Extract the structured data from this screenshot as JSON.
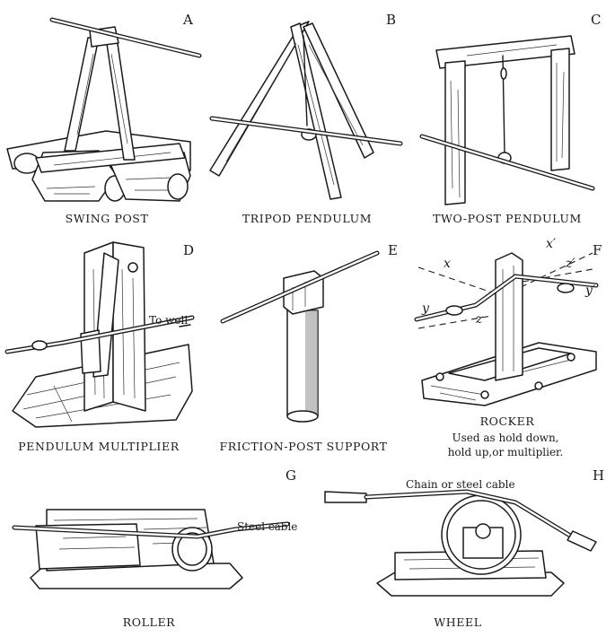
{
  "panels": [
    {
      "letter": "A",
      "caption": "SWING POST"
    },
    {
      "letter": "B",
      "caption": "TRIPOD PENDULUM"
    },
    {
      "letter": "C",
      "caption": "TWO-POST PENDULUM"
    },
    {
      "letter": "D",
      "caption": "PENDULUM MULTIPLIER"
    },
    {
      "letter": "E",
      "caption": "FRICTION-POST SUPPORT"
    },
    {
      "letter": "F",
      "caption": "ROCKER",
      "caption_lines": [
        "Used as hold down,",
        "hold up,or multiplier."
      ]
    },
    {
      "letter": "G",
      "caption": "ROLLER"
    },
    {
      "letter": "H",
      "caption": "WHEEL"
    }
  ],
  "annotations": {
    "to_well": "To well",
    "steel_cable": "Steel cable",
    "chain_or_cable": "Chain or steel cable",
    "x": "x",
    "x_prime": "x′",
    "y": "y",
    "y_prime": "y′",
    "z": "z",
    "z_prime": "z′"
  }
}
